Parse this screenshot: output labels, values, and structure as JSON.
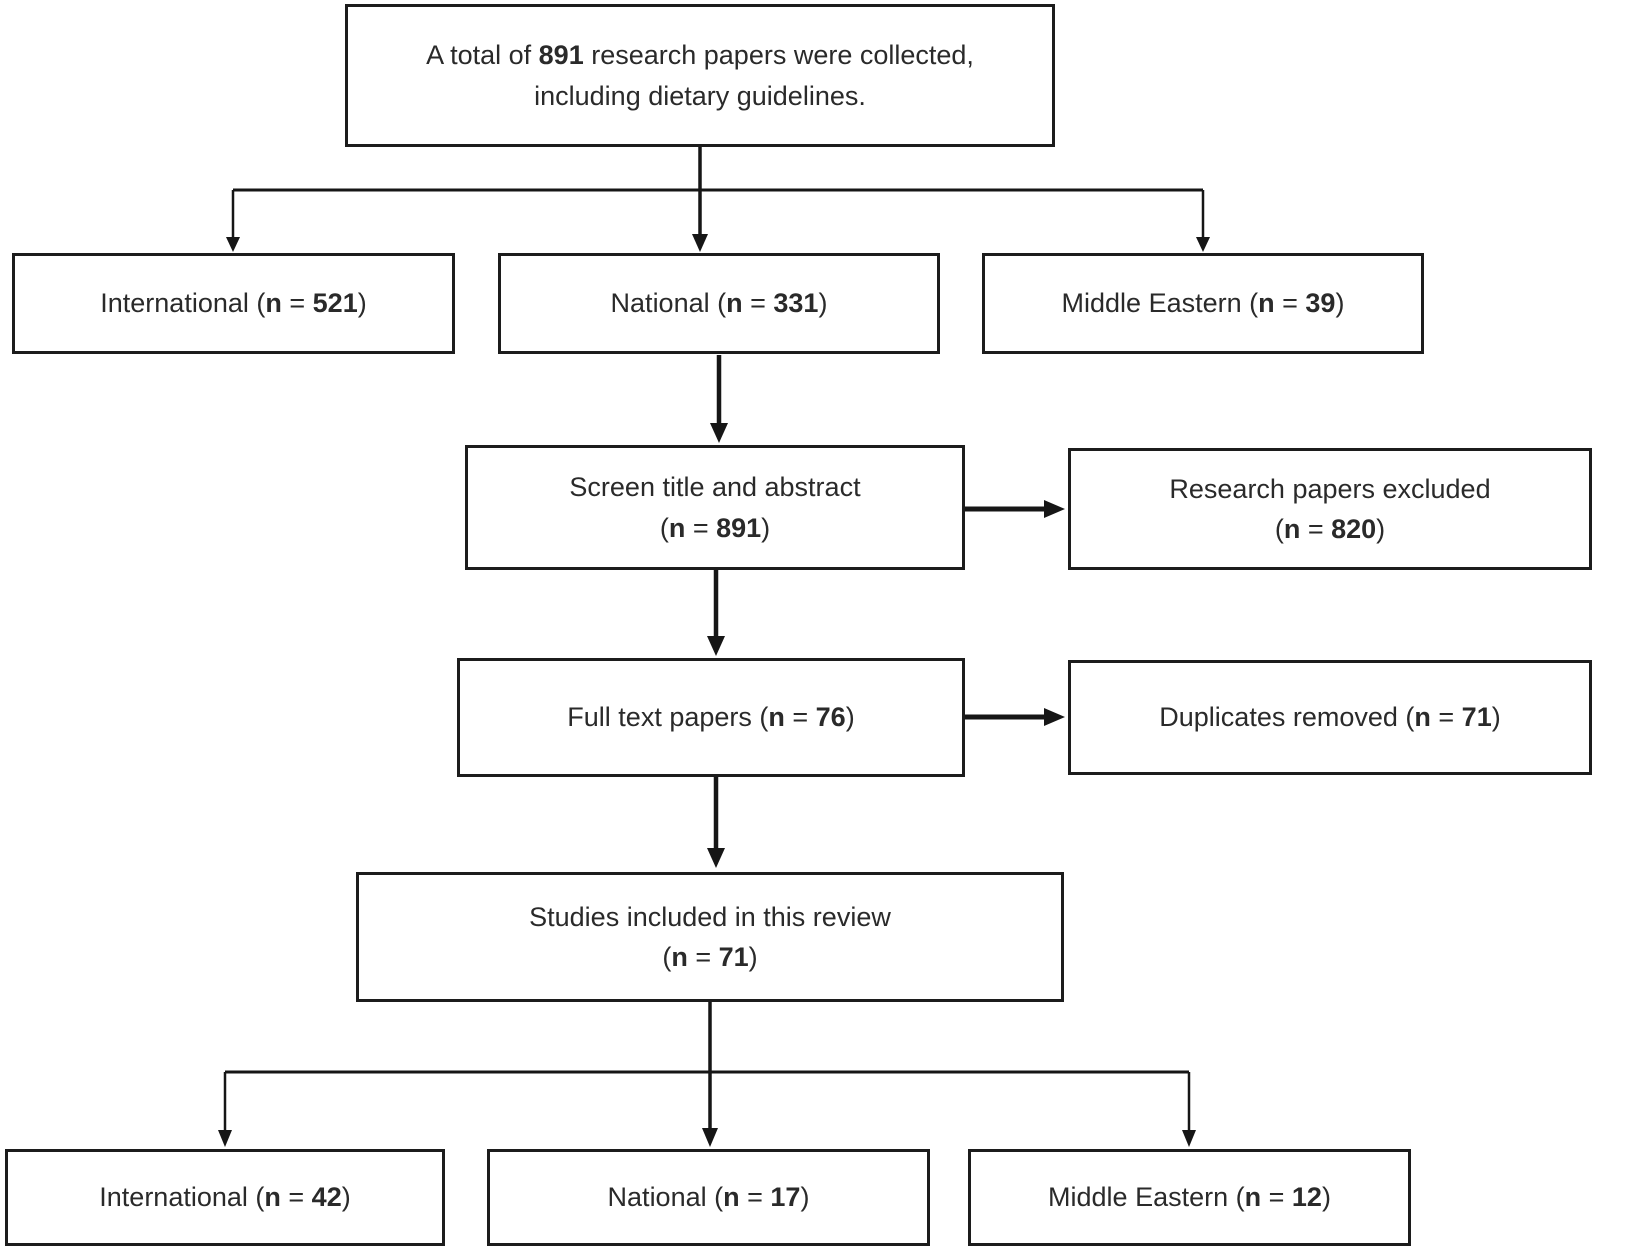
{
  "figure": {
    "type": "flowchart",
    "description": "Study selection flow diagram for research papers including dietary guidelines",
    "background": "#ffffff",
    "border_color": "#1c1c1c",
    "line_color": "#161616",
    "text_color": "#2a2a2a"
  },
  "nodes": {
    "collected": {
      "plain_text": "A total of 891 research papers were collected, including dietary guidelines.",
      "n": "891",
      "parts": [
        {
          "t": "A total of "
        },
        {
          "t": "891",
          "b": true
        },
        {
          "t": " research papers were collected,"
        },
        {
          "br": true
        },
        {
          "t": "including dietary guidelines."
        }
      ]
    },
    "international_initial": {
      "plain_text": "International (n = 521)",
      "n": "521",
      "parts": [
        {
          "t": "International ("
        },
        {
          "t": "n",
          "b": true
        },
        {
          "t": " = "
        },
        {
          "t": "521",
          "b": true
        },
        {
          "t": ")"
        }
      ]
    },
    "national_initial": {
      "plain_text": "National (n = 331)",
      "n": "331",
      "parts": [
        {
          "t": "National ("
        },
        {
          "t": "n",
          "b": true
        },
        {
          "t": " = "
        },
        {
          "t": "331",
          "b": true
        },
        {
          "t": ")"
        }
      ]
    },
    "middle_eastern_initial": {
      "plain_text": "Middle Eastern (n = 39)",
      "n": "39",
      "parts": [
        {
          "t": "Middle Eastern ("
        },
        {
          "t": "n",
          "b": true
        },
        {
          "t": " = "
        },
        {
          "t": "39",
          "b": true
        },
        {
          "t": ")"
        }
      ]
    },
    "screen_title_abstract": {
      "plain_text": "Screen title and abstract (n = 891)",
      "n": "891",
      "parts": [
        {
          "t": "Screen title and abstract"
        },
        {
          "br": true
        },
        {
          "t": "("
        },
        {
          "t": "n",
          "b": true
        },
        {
          "t": " = "
        },
        {
          "t": "891",
          "b": true
        },
        {
          "t": ")"
        }
      ]
    },
    "papers_excluded": {
      "plain_text": "Research papers excluded (n = 820)",
      "n": "820",
      "parts": [
        {
          "t": "Research papers excluded"
        },
        {
          "br": true
        },
        {
          "t": "("
        },
        {
          "t": "n",
          "b": true
        },
        {
          "t": " = "
        },
        {
          "t": "820",
          "b": true
        },
        {
          "t": ")"
        }
      ]
    },
    "full_text_papers": {
      "plain_text": "Full text papers (n = 76)",
      "n": "76",
      "parts": [
        {
          "t": "Full text papers ("
        },
        {
          "t": "n",
          "b": true
        },
        {
          "t": " = "
        },
        {
          "t": "76",
          "b": true
        },
        {
          "t": ")"
        }
      ]
    },
    "duplicates_removed": {
      "plain_text": "Duplicates removed (n = 71)",
      "n": "71",
      "parts": [
        {
          "t": "Duplicates removed ("
        },
        {
          "t": "n",
          "b": true
        },
        {
          "t": " = "
        },
        {
          "t": "71",
          "b": true
        },
        {
          "t": ")"
        }
      ]
    },
    "studies_included": {
      "plain_text": "Studies included in this review (n = 71)",
      "n": "71",
      "parts": [
        {
          "t": "Studies included in this review"
        },
        {
          "br": true
        },
        {
          "t": "("
        },
        {
          "t": "n",
          "b": true
        },
        {
          "t": " = "
        },
        {
          "t": "71",
          "b": true
        },
        {
          "t": ")"
        }
      ]
    },
    "international_included": {
      "plain_text": "International (n = 42)",
      "n": "42",
      "parts": [
        {
          "t": "International ("
        },
        {
          "t": "n",
          "b": true
        },
        {
          "t": " = "
        },
        {
          "t": "42",
          "b": true
        },
        {
          "t": ")"
        }
      ]
    },
    "national_included": {
      "plain_text": "National (n = 17)",
      "n": "17",
      "parts": [
        {
          "t": "National ("
        },
        {
          "t": "n",
          "b": true
        },
        {
          "t": " = "
        },
        {
          "t": "17",
          "b": true
        },
        {
          "t": ")"
        }
      ]
    },
    "middle_eastern_included": {
      "plain_text": "Middle Eastern (n = 12)",
      "n": "12",
      "parts": [
        {
          "t": "Middle Eastern ("
        },
        {
          "t": "n",
          "b": true
        },
        {
          "t": " = "
        },
        {
          "t": "12",
          "b": true
        },
        {
          "t": ")"
        }
      ]
    }
  }
}
